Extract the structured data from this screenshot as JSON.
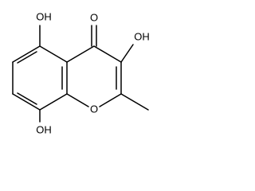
{
  "structure": {
    "atoms": {
      "carbonyl_o": "O",
      "ring_o": "O",
      "hydroxyl_3": "OH",
      "hydroxyl_5": "OH",
      "hydroxyl_8": "OH"
    }
  }
}
